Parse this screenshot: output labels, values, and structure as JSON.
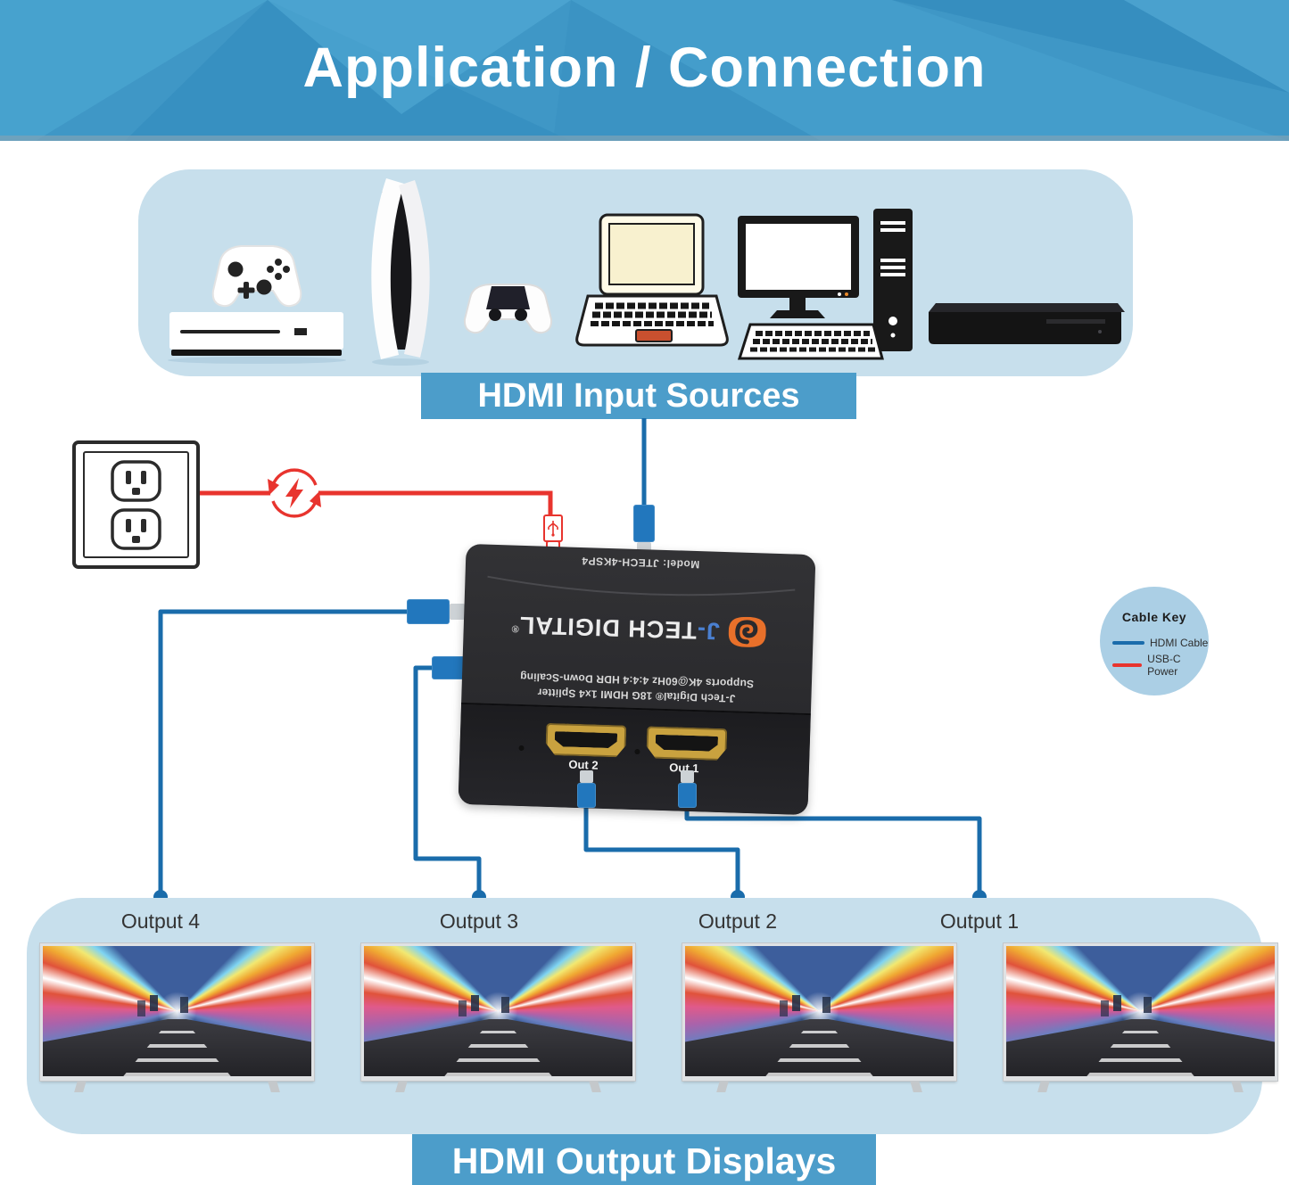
{
  "header": {
    "title": "Application / Connection"
  },
  "sources": {
    "banner_label": "HDMI Input Sources",
    "device_icons": [
      "xbox-console",
      "ps5-console",
      "laptop",
      "desktop-pc",
      "bluray-player"
    ]
  },
  "splitter": {
    "model_label": "Model: JTECH-4KSP4",
    "brand_prefix": "J-",
    "brand_name": "TECH DIGITAL",
    "brand_reg": "®",
    "desc_line1": "J-Tech Digital® 18G HDMI 1x4 Splitter",
    "desc_line2": "Supports 4K@60Hz 4:4:4 HDR Down-Scaling",
    "ports": {
      "out2": "Out 2",
      "out1": "Out 1"
    }
  },
  "cable_key": {
    "title": "Cable Key",
    "items": [
      {
        "label": "HDMI Cable",
        "color": "#1a6cab"
      },
      {
        "label": "USB-C Power",
        "color": "#e8342e"
      }
    ]
  },
  "outputs": {
    "banner_label": "HDMI Output Displays",
    "labels": [
      "Output 4",
      "Output 3",
      "Output 2",
      "Output 1"
    ]
  },
  "colors": {
    "header_blue": "#3f97c6",
    "panel_blue": "#c7dfec",
    "banner_blue": "#4c9dca",
    "hdmi_cable_blue": "#1a6cab",
    "power_red": "#e8342e",
    "brand_orange": "#e8702a"
  }
}
